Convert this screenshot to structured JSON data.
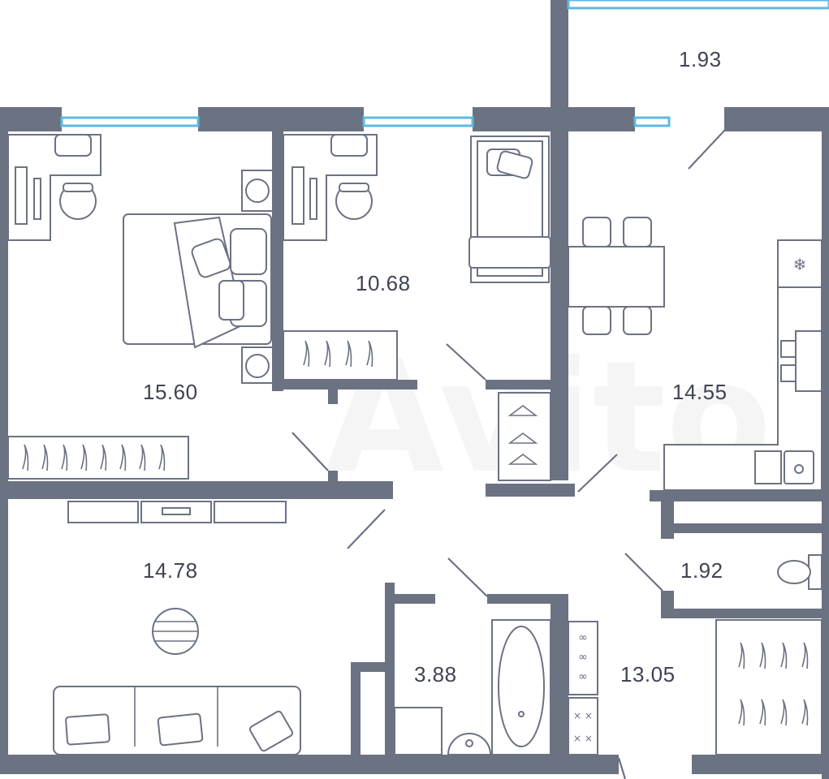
{
  "rooms": [
    {
      "id": "bedroom-1",
      "area": "15.60"
    },
    {
      "id": "bedroom-2",
      "area": "10.68"
    },
    {
      "id": "balcony",
      "area": "1.93"
    },
    {
      "id": "kitchen",
      "area": "14.55"
    },
    {
      "id": "living-room",
      "area": "14.78"
    },
    {
      "id": "toilet",
      "area": "1.92"
    },
    {
      "id": "bathroom",
      "area": "3.88"
    },
    {
      "id": "hallway",
      "area": "13.05"
    }
  ],
  "watermark": "Avito",
  "colors": {
    "wall": "#6b7282",
    "window": "#5fb8e0",
    "label": "#3e4452"
  }
}
